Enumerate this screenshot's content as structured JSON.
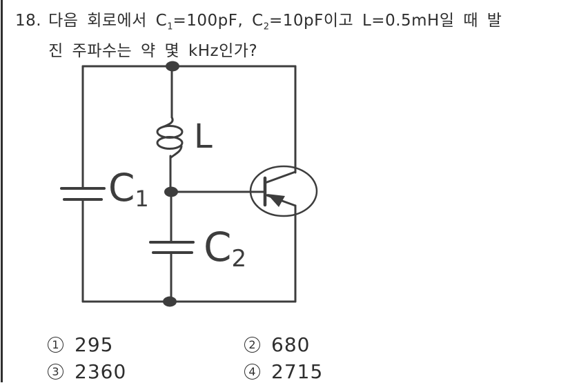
{
  "colors": {
    "ink": "#2e2e2e",
    "schematic_line": "#3d3d3d",
    "page_background": "#ffffff"
  },
  "question": {
    "number": "18.",
    "line1": {
      "t1": "다음 회로에서 C",
      "sub1": "1",
      "t2": "=100pF, C",
      "sub2": "2",
      "t3": "=10pF이고 L=0.5mH일 때 발"
    },
    "line2": "진 주파수는 약 몇 kHz인가?"
  },
  "circuit": {
    "inductor_label": "L",
    "cap1_letter": "C",
    "cap1_sub": "1",
    "cap2_letter": "C",
    "cap2_sub": "2"
  },
  "options": [
    {
      "marker": "1",
      "value": "295"
    },
    {
      "marker": "2",
      "value": "680"
    },
    {
      "marker": "3",
      "value": "2360"
    },
    {
      "marker": "4",
      "value": "2715"
    }
  ]
}
